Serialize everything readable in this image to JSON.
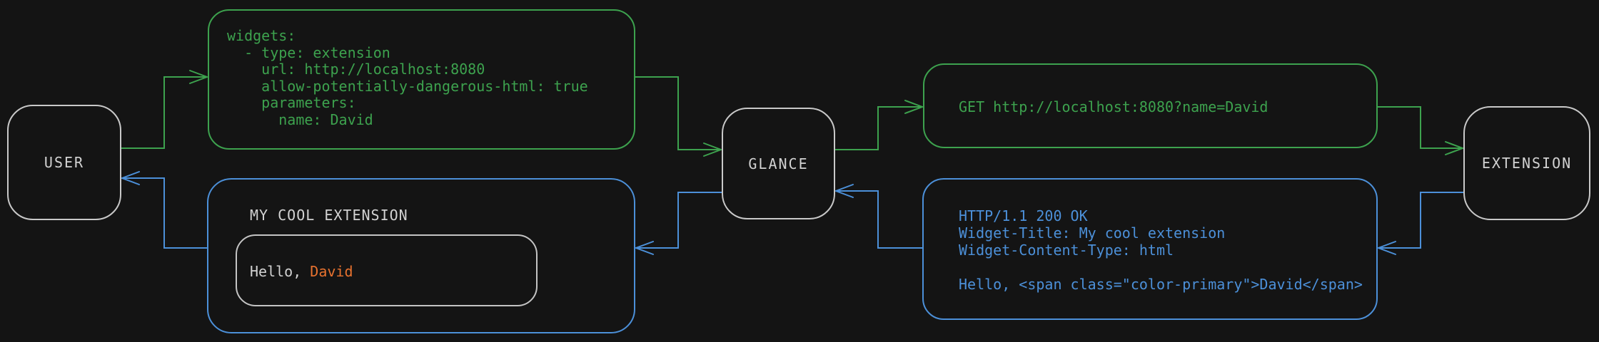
{
  "colors": {
    "background": "#141414",
    "green": "#3da24e",
    "blue": "#4c90d9",
    "orange": "#e8722f",
    "node_border": "#c9c9c9",
    "text_light": "#d2d2d2"
  },
  "nodes": {
    "user": "USER",
    "glance": "GLANCE",
    "extension": "EXTENSION"
  },
  "config_box": {
    "code": "widgets:\n  - type: extension\n    url: http://localhost:8080\n    allow-potentially-dangerous-html: true\n    parameters:\n      name: David"
  },
  "request_box": {
    "code": "GET http://localhost:8080?name=David"
  },
  "response_box": {
    "code": "HTTP/1.1 200 OK\nWidget-Title: My cool extension\nWidget-Content-Type: html\n\nHello, <span class=\"color-primary\">David</span>"
  },
  "widget_box": {
    "title": "MY COOL EXTENSION",
    "greeting_prefix": "Hello, ",
    "greeting_name": "David"
  }
}
